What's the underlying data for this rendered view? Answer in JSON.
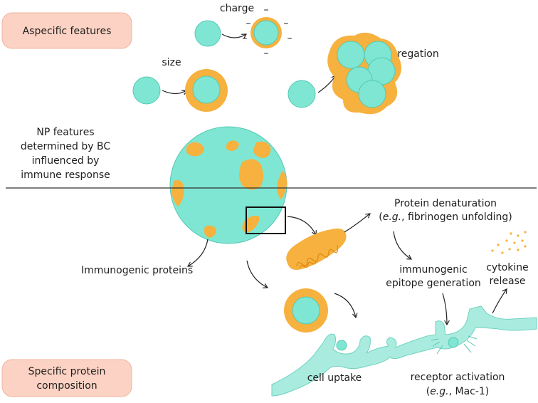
{
  "colors": {
    "nanoparticle_fill": "#7fe6d3",
    "nanoparticle_stroke": "#55c9b4",
    "corona_fill": "#f6b13e",
    "corona_dark": "#e69a22",
    "membrane_fill": "#a9ecdf",
    "membrane_stroke": "#6fd2c0",
    "pill_fill": "#fbd2c3",
    "pill_stroke": "#f3b6a0",
    "line": "#222222",
    "cytokine_dot": "#f6b13e"
  },
  "pills": {
    "aspecific": "Aspecific features",
    "specific_line1": "Specific protein",
    "specific_line2": "composition"
  },
  "labels": {
    "charge": "charge",
    "charge_minus": "–",
    "size": "size",
    "aggregation": "aggregation",
    "np_features_1": "NP features",
    "np_features_2": "determined by BC",
    "np_features_3": "influenced by",
    "np_features_4": "immune response",
    "immunogenic_proteins": "Immunogenic proteins",
    "denaturation_1": "Protein denaturation",
    "denaturation_2_open": "(",
    "denaturation_2_eg": "e.g.",
    "denaturation_2_rest": ", fibrinogen unfolding)",
    "epitope_1": "immunogenic",
    "epitope_2": "epitope generation",
    "cytokine_1": "cytokine",
    "cytokine_2": "release",
    "cell_uptake": "cell uptake",
    "receptor_1": "receptor activation",
    "receptor_2_open": "(",
    "receptor_2_eg": "e.g.",
    "receptor_2_rest": ", Mac-1)"
  },
  "icons": {
    "arrow": "curved-arrow-icon",
    "zoom_box": "zoom-box-icon"
  }
}
